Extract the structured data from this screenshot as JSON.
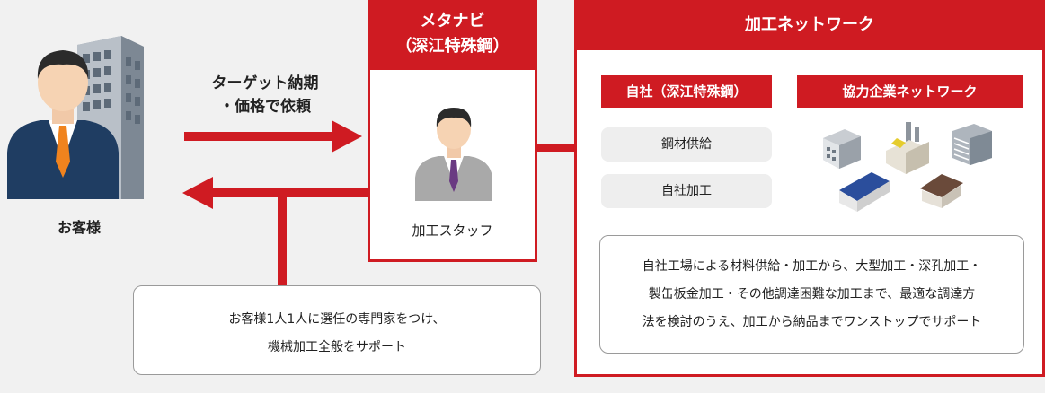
{
  "customer": {
    "label": "お客様"
  },
  "request_arrow": {
    "line1": "ターゲット納期",
    "line2": "・価格で依頼"
  },
  "metanavi": {
    "title_line1": "メタナビ",
    "title_line2": "（深江特殊鋼）",
    "staff_label": "加工スタッフ"
  },
  "network": {
    "title": "加工ネットワーク",
    "own_company": {
      "title": "自社（深江特殊鋼）",
      "items": [
        "鋼材供給",
        "自社加工"
      ]
    },
    "partners": {
      "title": "協力企業ネットワーク"
    },
    "description": [
      "自社工場による材料供給・加工から、大型加工・深孔加工・",
      "製缶板金加工・その他調達困難な加工まで、最適な調達方",
      "法を検討のうえ、加工から納品までワンストップでサポート"
    ]
  },
  "customer_note": [
    "お客様1人1人に選任の専門家をつけ、",
    "機械加工全般をサポート"
  ],
  "colors": {
    "accent": "#cf1b22",
    "background": "#f1f1f1",
    "pill": "#eeeeee"
  }
}
